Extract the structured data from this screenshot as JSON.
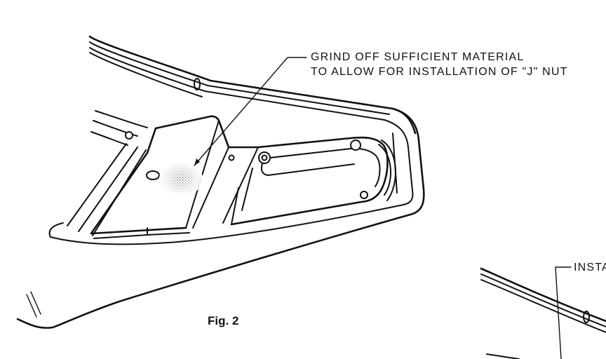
{
  "figure": {
    "caption": "Fig. 2"
  },
  "callouts": [
    {
      "line1": "GRIND OFF SUFFICIENT MATERIAL",
      "line2": "TO ALLOW FOR INSTALLATION OF \"J\" NUT"
    },
    {
      "line1": "INSTA"
    }
  ],
  "colors": {
    "ink": "#111111",
    "paper": "#ffffff"
  }
}
